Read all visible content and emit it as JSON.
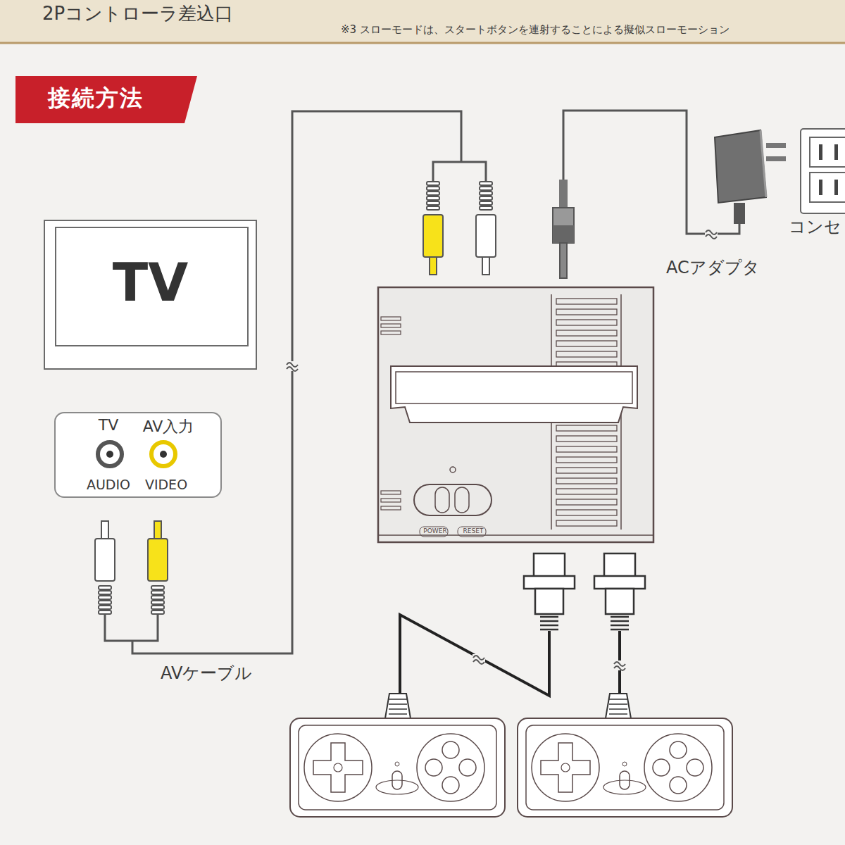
{
  "diagram": {
    "title": "接続方法",
    "nodes": [
      {
        "text": [
          "TV"
        ]
      },
      {
        "text": [
          "TV",
          "AV入力",
          "AUDIO",
          "VIDEO"
        ]
      }
    ],
    "labels": [
      "2Pコントローラ差込口",
      "※3 スローモードは、スタートボタンを連射することによる擬似スローモーション",
      "ACアダプタ",
      "コンセ",
      "POWER",
      "RESET",
      "AVケーブル"
    ]
  }
}
